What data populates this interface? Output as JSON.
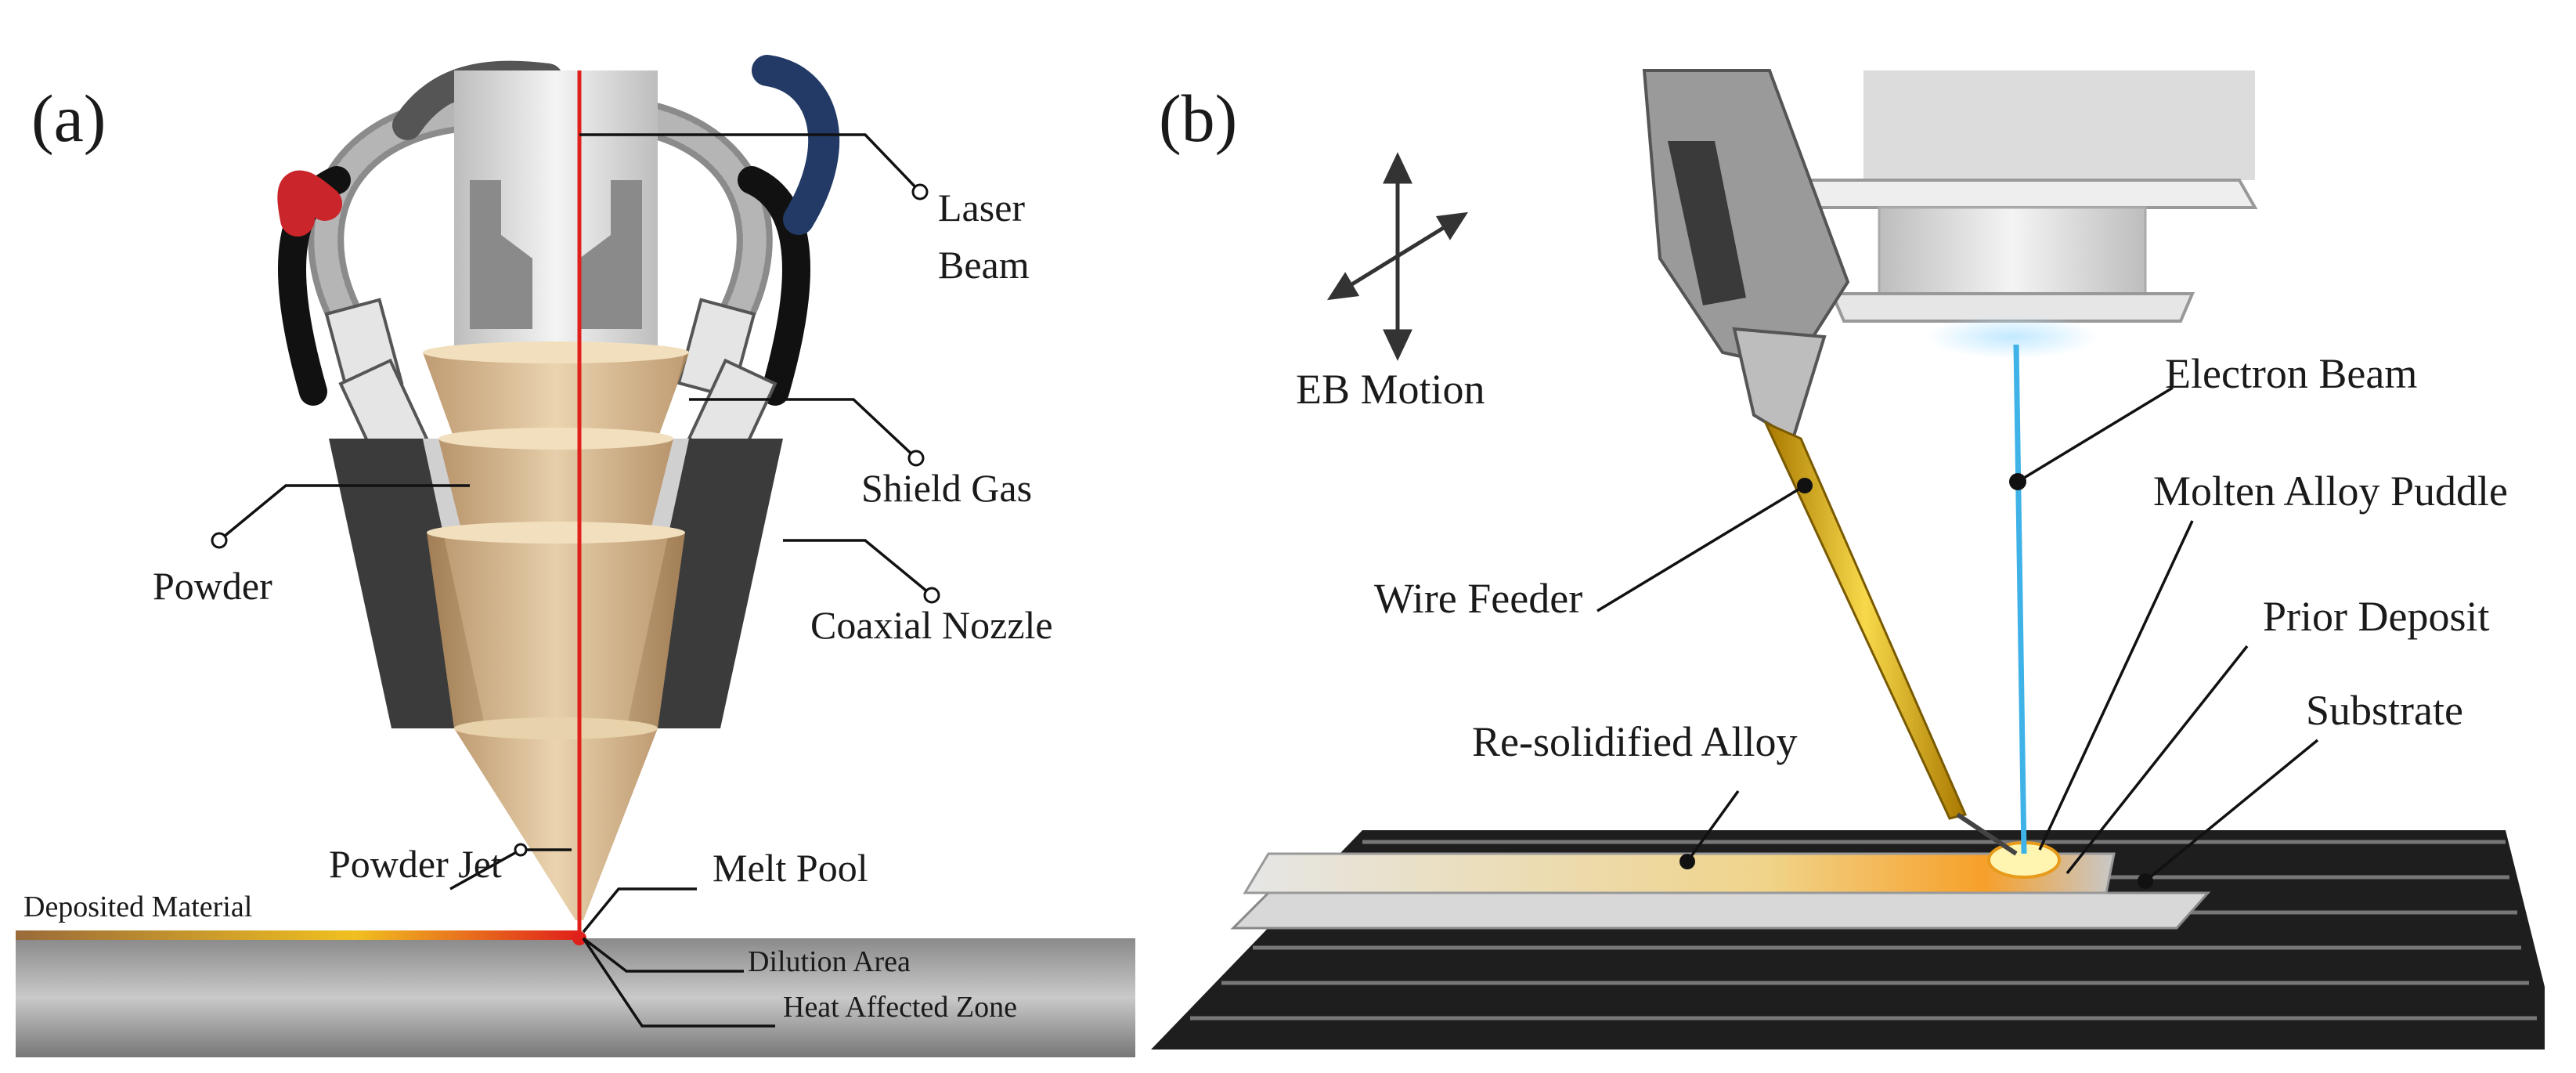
{
  "panel_a": {
    "letter": "(a)",
    "labels": {
      "laser_beam_1": "Laser",
      "laser_beam_2": "Beam",
      "shield_gas": "Shield Gas",
      "powder": "Powder",
      "coaxial_nozzle": "Coaxial Nozzle",
      "powder_jet": "Powder Jet",
      "melt_pool": "Melt Pool",
      "deposited_material": "Deposited Material",
      "dilution_area": "Dilution Area",
      "heat_affected_zone": "Heat Affected Zone"
    }
  },
  "panel_b": {
    "letter": "(b)",
    "labels": {
      "eb_motion": "EB Motion",
      "electron_beam": "Electron Beam",
      "molten_alloy_puddle": "Molten Alloy Puddle",
      "wire_feeder": "Wire Feeder",
      "prior_deposit": "Prior Deposit",
      "substrate": "Substrate",
      "re_solidified_alloy": "Re-solidified Alloy"
    }
  },
  "colors": {
    "laser": "#e0201a",
    "electron_beam": "#3fb2e8",
    "nozzle_dark": "#4a4a4a",
    "powder_cone": "#c9a77a",
    "wire_gold": "#e2b21a",
    "substrate_dark": "#1e1e1e"
  }
}
